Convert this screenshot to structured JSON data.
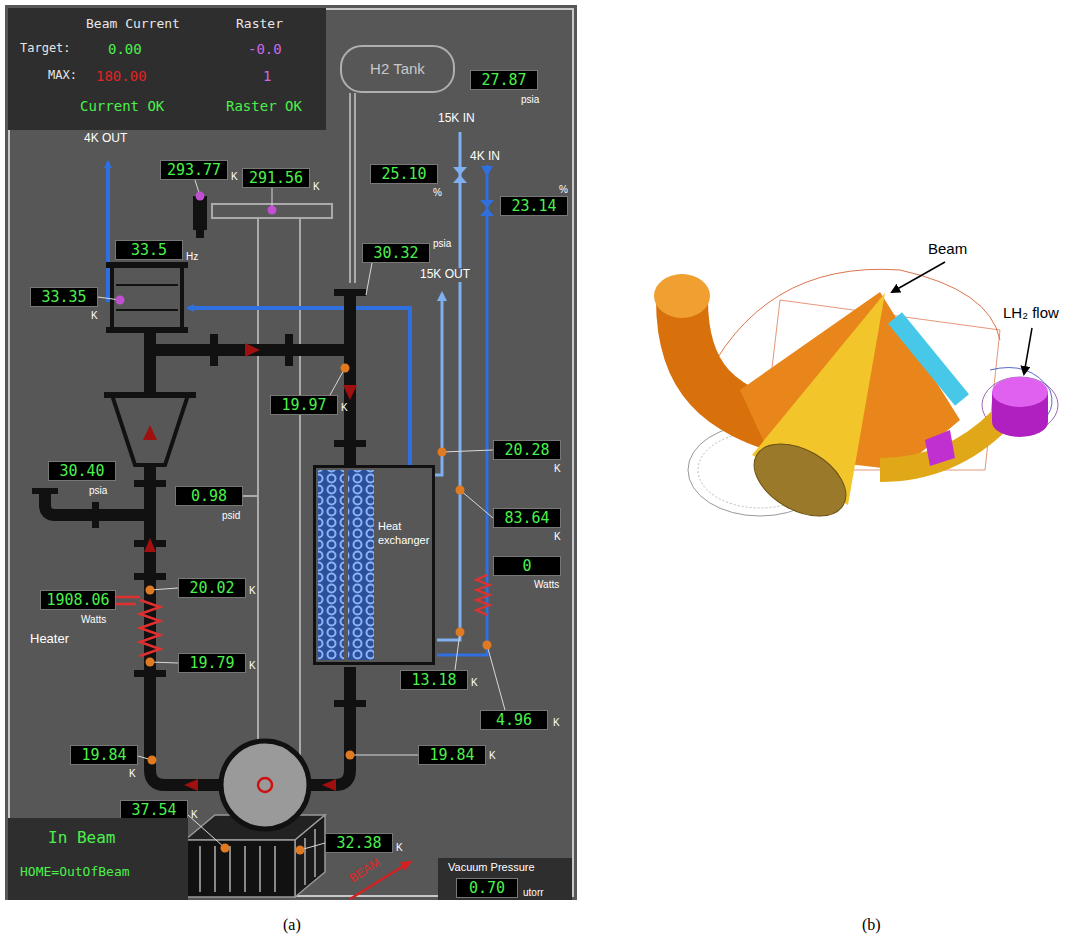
{
  "diagram": {
    "nodes": [
      {
        "text": [
          "Beam Current",
          "Raster",
          "Target:",
          "0.00",
          "-0.0",
          "MAX:",
          "180.00",
          "1",
          "Current OK",
          "Raster OK"
        ]
      },
      {
        "text": [
          "H2 Tank"
        ]
      },
      {
        "text": [
          "27.87",
          "psia"
        ]
      },
      {
        "text": [
          "25.10",
          "%"
        ]
      },
      {
        "text": [
          "293.77",
          "K"
        ]
      },
      {
        "text": [
          "291.56",
          "K"
        ]
      },
      {
        "text": [
          "23.14",
          "%"
        ]
      },
      {
        "text": [
          "33.5",
          "Hz"
        ]
      },
      {
        "text": [
          "30.32",
          "psia"
        ]
      },
      {
        "text": [
          "33.35",
          "K"
        ]
      },
      {
        "text": [
          "19.97",
          "K"
        ]
      },
      {
        "text": [
          "20.28",
          "K"
        ]
      },
      {
        "text": [
          "Heat exchanger"
        ]
      },
      {
        "text": [
          "83.64",
          "K"
        ]
      },
      {
        "text": [
          "0",
          "Watts"
        ]
      },
      {
        "text": [
          "30.40",
          "psia"
        ]
      },
      {
        "text": [
          "0.98",
          "psid"
        ]
      },
      {
        "text": [
          "20.02",
          "K"
        ]
      },
      {
        "text": [
          "1908.06",
          "Watts"
        ]
      },
      {
        "text": [
          "19.79",
          "K"
        ]
      },
      {
        "text": [
          "13.18",
          "K"
        ]
      },
      {
        "text": [
          "4.96",
          "K"
        ]
      },
      {
        "text": [
          "19.84",
          "K"
        ]
      },
      {
        "text": [
          "19.84",
          "K"
        ]
      },
      {
        "text": [
          "37.54",
          "K"
        ]
      },
      {
        "text": [
          "32.38",
          "K"
        ]
      },
      {
        "text": [
          "In Beam",
          "HOME=OutOfBeam"
        ]
      },
      {
        "text": [
          "Vacuum Pressure"
        ]
      },
      {
        "text": [
          "0.70",
          "utorr"
        ],
        "in": 27
      }
    ],
    "labels": [
      "15K IN",
      "4K OUT",
      "4K IN",
      "15K OUT",
      "Heater",
      "BEAM",
      "Beam",
      "LH₂ flow",
      "(a)",
      "(b)"
    ]
  }
}
